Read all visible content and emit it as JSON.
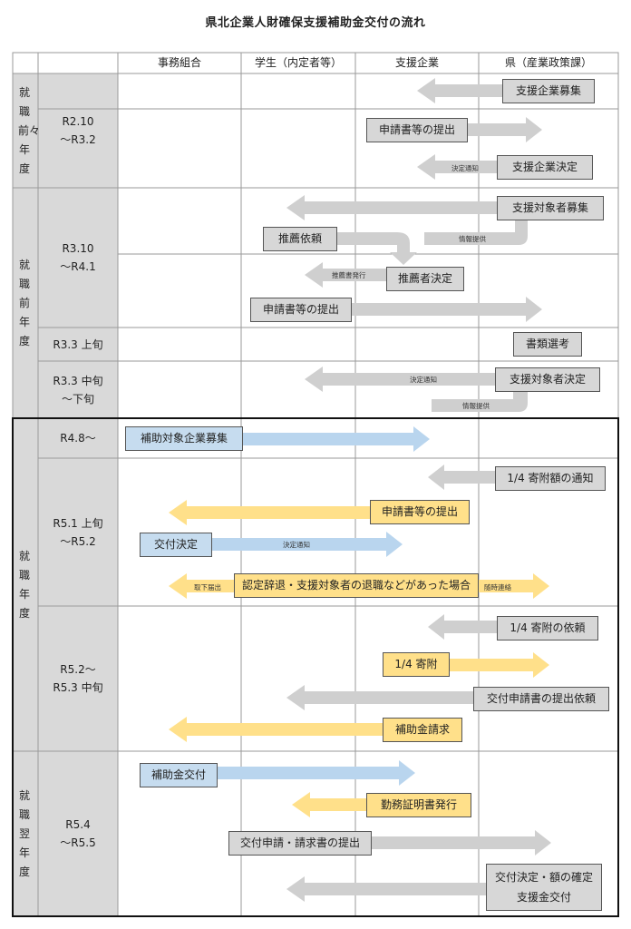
{
  "title": "県北企業人財確保支援補助金交付の流れ",
  "columns": [
    "事務組合",
    "学生（内定者等）",
    "支援企業",
    "県（産業政策課）"
  ],
  "years": [
    "就職前々年度",
    "就職前年度",
    "就職年度",
    "就職翌年度"
  ],
  "periods": [
    "R2.10\n～R3.2",
    "R3.10\n～R4.1",
    "R3.3 上旬",
    "R3.3 中旬\n～下旬",
    "R4.8～",
    "R5.1 上旬\n～R5.2",
    "R5.2～\nR5.3 中旬",
    "R5.4\n～R5.5"
  ],
  "steps": [
    "支援企業募集",
    "申請書等の提出",
    "支援企業決定",
    "支援対象者募集",
    "推薦依頼",
    "推薦者決定",
    "申請書等の提出",
    "書類選考",
    "支援対象者決定",
    "補助対象企業募集",
    "1/4 寄附額の通知",
    "申請書等の提出",
    "交付決定",
    "認定辞退・支援対象者の退職などがあった場合",
    "1/4 寄附の依頼",
    "1/4 寄附",
    "交付申請書の提出依頼",
    "補助金請求",
    "補助金交付",
    "勤務証明書発行",
    "交付申請・請求書の提出",
    "交付決定・額の確定",
    "支援金交付"
  ],
  "notes": {
    "kettei_tsuchi": "決定通知",
    "joho_teikyo": "情報提供",
    "suisensho_hakko": "推薦書発行",
    "torisage_todoke": "取下届出",
    "zuiji_renraku": "随時連絡"
  },
  "colors": {
    "gray": "#cfcfcf",
    "yellow": "#ffe08a",
    "blue": "#b9d5ee",
    "line": "#9a9a9a"
  }
}
